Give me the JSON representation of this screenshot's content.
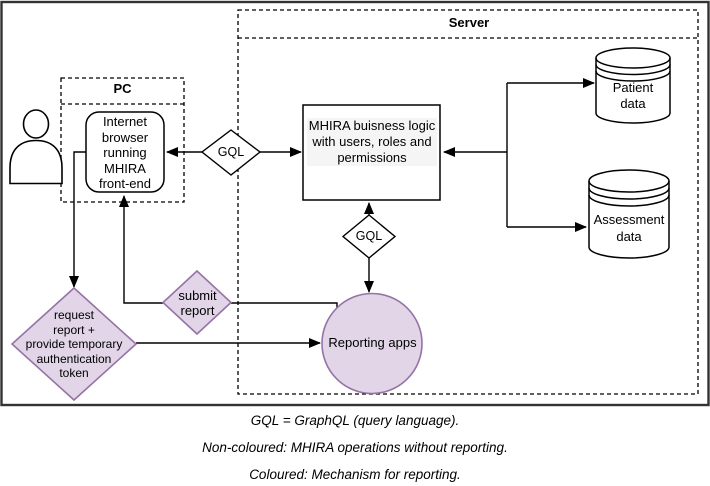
{
  "diagram": {
    "pc_group_title": "PC",
    "server_group_title": "Server",
    "nodes": {
      "frontend": "Internet\nbrowser\nrunning\nMHIRA\nfront-end",
      "gql_left": "GQL",
      "gql_bottom": "GQL",
      "business_logic": "MHIRA buisness logic\nwith users, roles and\npermissions",
      "patient_db": "Patient\ndata",
      "assessment_db": "Assessment\ndata",
      "reporting_apps": "Reporting apps",
      "submit_report": "submit\nreport",
      "request_report": "request\nreport +\nprovide temporary\nauthentication\ntoken"
    },
    "colors": {
      "reporting_fill": "#e1d5e7",
      "reporting_stroke": "#9673a6",
      "line_color": "#000000",
      "label_background": "#f5f5f5"
    }
  },
  "legend": {
    "line1": "GQL = GraphQL (query language).",
    "line2": "Non-coloured: MHIRA operations without reporting.",
    "line3": "Coloured: Mechanism for reporting."
  }
}
